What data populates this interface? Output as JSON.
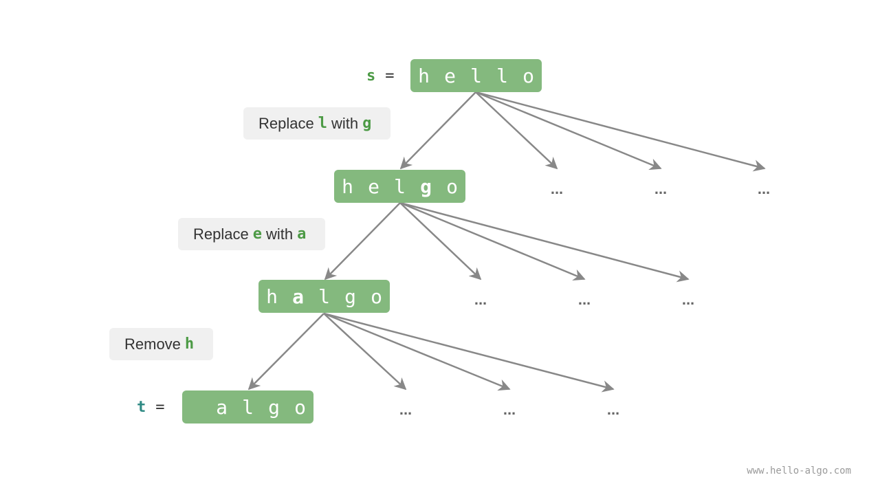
{
  "diagram": {
    "source": {
      "var_name": "s",
      "equals": "=",
      "chars": [
        "h",
        "e",
        "l",
        "l",
        "o"
      ],
      "changed": []
    },
    "target": {
      "var_name": "t",
      "equals": "=",
      "chars": [
        "",
        "a",
        "l",
        "g",
        "o"
      ],
      "changed": []
    },
    "nodes": [
      {
        "chars": [
          "h",
          "e",
          "l",
          "l",
          "o"
        ],
        "changed": []
      },
      {
        "chars": [
          "h",
          "e",
          "l",
          "g",
          "o"
        ],
        "changed": [
          3
        ]
      },
      {
        "chars": [
          "h",
          "a",
          "l",
          "g",
          "o"
        ],
        "changed": [
          1
        ]
      },
      {
        "chars": [
          "",
          "a",
          "l",
          "g",
          "o"
        ],
        "changed": []
      }
    ],
    "operations": [
      {
        "before": "Replace",
        "arg1": "l",
        "middle": "with",
        "arg2": "g"
      },
      {
        "before": "Replace",
        "arg1": "e",
        "middle": "with",
        "arg2": "a"
      },
      {
        "before": "Remove",
        "arg1": "h",
        "middle": "",
        "arg2": ""
      }
    ],
    "ellipsis": "...",
    "colors": {
      "node_fill": "#84b97e",
      "node_text": "#ffffff",
      "highlight": "#4c9a45",
      "target_var": "#2f8a84",
      "edge": "#888888",
      "label_bg": "#f0f0f0"
    }
  },
  "footer": {
    "watermark": "www.hello-algo.com"
  }
}
